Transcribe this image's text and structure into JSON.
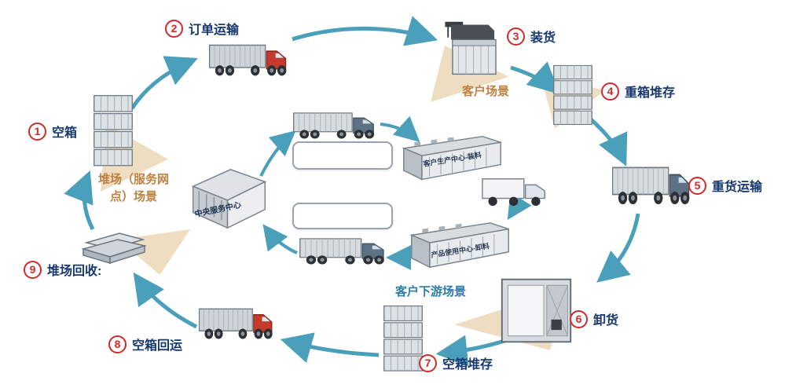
{
  "diagram_title": "container-logistics-cycle",
  "steps": [
    {
      "num": "1",
      "label": "空箱"
    },
    {
      "num": "2",
      "label": "订单运输"
    },
    {
      "num": "3",
      "label": "装货"
    },
    {
      "num": "4",
      "label": "重箱堆存"
    },
    {
      "num": "5",
      "label": "重货运输"
    },
    {
      "num": "6",
      "label": "卸货"
    },
    {
      "num": "7",
      "label": "空箱堆存"
    },
    {
      "num": "8",
      "label": "空箱回运"
    },
    {
      "num": "9",
      "label": "堆场回收:"
    }
  ],
  "scenes": {
    "customer": "客户场景",
    "yard": "堆场（服务网点）场景",
    "downstream": "客户下游场景"
  },
  "facilities": {
    "central": "中央服务中心",
    "production": "客户生产中心-装料",
    "usage": "产品使用中心-卸料"
  },
  "colors": {
    "step_circle_red": "#ce2b2b",
    "step_label_navy": "#16386f",
    "scene_orange": "#bf803f",
    "scene_blue": "#2a7ca6",
    "arrow_teal": "#4a9fba",
    "highlight_beige": "#ecd9ba"
  }
}
